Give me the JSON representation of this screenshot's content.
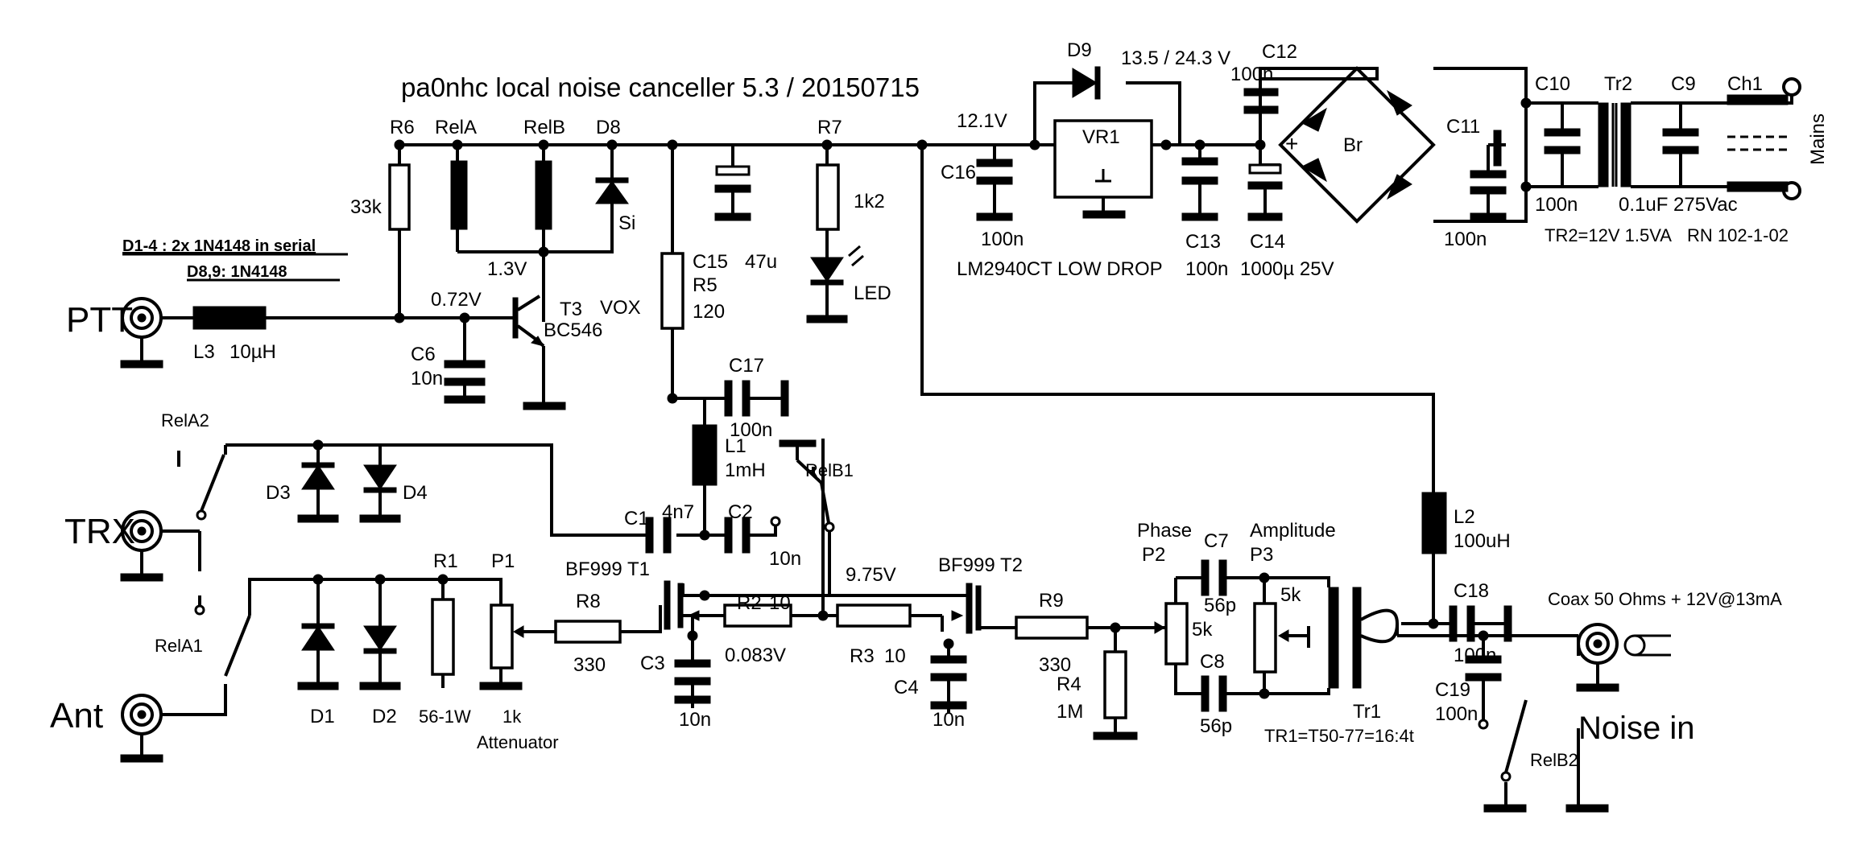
{
  "title": "pa0nhc local noise canceller 5.3 / 20150715",
  "notes": {
    "diodes_1": "D1-4 : 2x 1N4148 in serial",
    "diodes_2": "D8,9: 1N4148",
    "vr1_part": "LM2940CT LOW DROP",
    "tr2_spec": "TR2=12V 1.5VA",
    "ch1_part": "RN 102-1-02",
    "tr1_spec": "TR1=T50-77=16:4t",
    "coax": "Coax 50 Ohms + 12V@13mA",
    "vox": "VOX"
  },
  "connectors": {
    "ptt": "PTT",
    "trx": "TRX",
    "ant": "Ant",
    "noise_in": "Noise in",
    "mains": "Mains"
  },
  "voltages": {
    "v12_1": "12.1V",
    "v1_3": "1.3V",
    "v0_72": "0.72V",
    "v9_75": "9.75V",
    "v0_083": "0.083V",
    "d9_out": "13.5 / 24.3 V"
  },
  "components": {
    "R6": {
      "ref": "R6",
      "value": "33k"
    },
    "R5": {
      "ref": "R5",
      "value": "120"
    },
    "R7": {
      "ref": "R7",
      "value": "1k2"
    },
    "R1": {
      "ref": "R1",
      "value": "56-1W"
    },
    "R8": {
      "ref": "R8",
      "value": "330"
    },
    "R2": {
      "ref": "R2",
      "value": "10"
    },
    "R3": {
      "ref": "R3",
      "value": "10"
    },
    "R9": {
      "ref": "R9",
      "value": "330"
    },
    "R4": {
      "ref": "R4",
      "value": "1M"
    },
    "P1": {
      "ref": "P1",
      "value": "1k",
      "label": "Attenuator"
    },
    "P2": {
      "ref": "P2",
      "value": "5k",
      "label": "Phase"
    },
    "P3": {
      "ref": "P3",
      "value": "5k",
      "label": "Amplitude"
    },
    "C1": {
      "ref": "C1",
      "value": "4n7"
    },
    "C2": {
      "ref": "C2",
      "value": "10n"
    },
    "C3": {
      "ref": "C3",
      "value": "10n"
    },
    "C4": {
      "ref": "C4",
      "value": "10n"
    },
    "C6": {
      "ref": "C6",
      "value": "10n"
    },
    "C7": {
      "ref": "C7",
      "value": "56p"
    },
    "C8": {
      "ref": "C8",
      "value": "56p"
    },
    "C9": {
      "ref": "C9",
      "value": "0.1uF 275Vac"
    },
    "C10": {
      "ref": "C10",
      "value": "100n"
    },
    "C11": {
      "ref": "C11",
      "value": "100n"
    },
    "C12": {
      "ref": "C12",
      "value": "100n"
    },
    "C13": {
      "ref": "C13",
      "value": "100n"
    },
    "C14": {
      "ref": "C14",
      "value": "1000µ 25V"
    },
    "C15": {
      "ref": "C15",
      "value": "47u"
    },
    "C16": {
      "ref": "C16",
      "value": "100n"
    },
    "C17": {
      "ref": "C17",
      "value": "100n"
    },
    "C18": {
      "ref": "C18",
      "value": "100n"
    },
    "C19": {
      "ref": "C19",
      "value": "100n"
    },
    "L1": {
      "ref": "L1",
      "value": "1mH"
    },
    "L2": {
      "ref": "L2",
      "value": "100uH"
    },
    "L3": {
      "ref": "L3",
      "value": "10µH"
    },
    "T1": {
      "ref": "BF999 T1"
    },
    "T2": {
      "ref": "BF999 T2"
    },
    "T3": {
      "ref": "T3",
      "value": "BC546"
    },
    "D1": {
      "ref": "D1"
    },
    "D2": {
      "ref": "D2"
    },
    "D3": {
      "ref": "D3"
    },
    "D4": {
      "ref": "D4"
    },
    "D8": {
      "ref": "D8",
      "value": "Si"
    },
    "D9": {
      "ref": "D9"
    },
    "LED": {
      "ref": "LED"
    },
    "VR1": {
      "ref": "VR1"
    },
    "Br": {
      "ref": "Br",
      "plus": "+"
    },
    "Tr1": {
      "ref": "Tr1"
    },
    "Tr2": {
      "ref": "Tr2"
    },
    "Ch1": {
      "ref": "Ch1"
    },
    "RelA": {
      "ref": "RelA"
    },
    "RelB": {
      "ref": "RelB"
    },
    "RelA1": {
      "ref": "RelA1"
    },
    "RelA2": {
      "ref": "RelA2"
    },
    "RelB1": {
      "ref": "RelB1"
    },
    "RelB2": {
      "ref": "RelB2"
    }
  }
}
